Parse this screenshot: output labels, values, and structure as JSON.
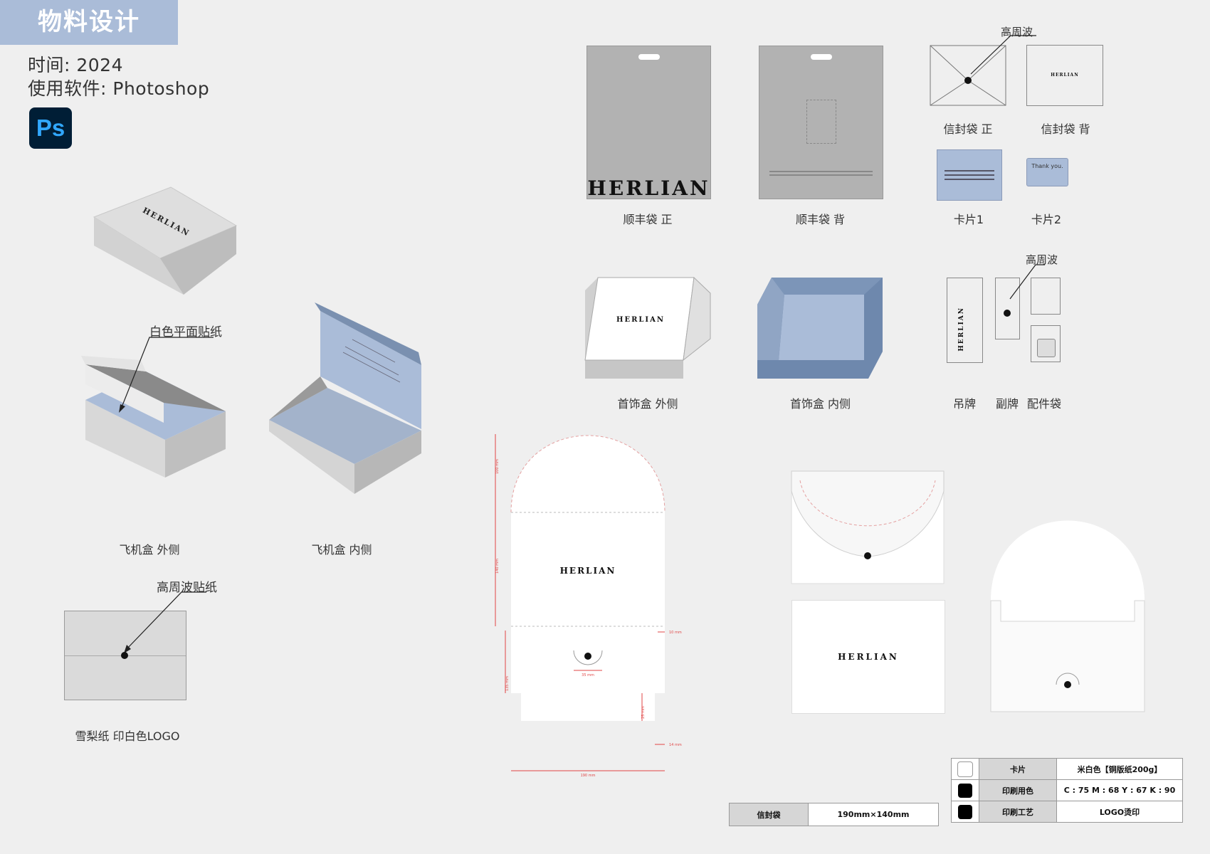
{
  "header": {
    "title": "物料设计",
    "time": "时间: 2024",
    "software": "使用软件: Photoshop",
    "ps_icon": "Ps"
  },
  "brand": "HERLIAN",
  "callouts": {
    "white_sticker": "白色平面贴纸",
    "hf_sticker": "高周波贴纸",
    "hf_envelope": "高周波",
    "hf_tag": "高周波"
  },
  "captions": {
    "mailer_outside": "飞机盒 外侧",
    "mailer_inside": "飞机盒 内侧",
    "tissue": "雪梨纸 印白色LOGO",
    "sf_bag_front": "顺丰袋  正",
    "sf_bag_back": "顺丰袋 背",
    "envelope_front": "信封袋 正",
    "envelope_back": "信封袋 背",
    "card1": "卡片1",
    "card2": "卡片2",
    "jewelry_outside": "首饰盒 外侧",
    "jewelry_inside": "首饰盒 内侧",
    "hang_tag": "吊牌",
    "sub_tag": "副牌",
    "accessory_bag": "配件袋"
  },
  "card2_text": "Thank you.",
  "dimensions": {
    "h_top": "100 mm",
    "h_mid": "140 mm",
    "h_bot": "135 mm",
    "w_total": "190 mm",
    "w_side": "10 mm",
    "w_circle": "35 mm",
    "h_tab": "25 mm",
    "w_tab": "14 mm"
  },
  "envelope_spec": {
    "label": "信封袋",
    "value": "190mm×140mm"
  },
  "spec_rows": [
    {
      "key": "卡片",
      "value": "米白色【铜版纸200g】",
      "swatch": "#ffffff"
    },
    {
      "key": "印刷用色",
      "value": "C : 75   M : 68   Y : 67   K : 90",
      "swatch": "#000000"
    },
    {
      "key": "印刷工艺",
      "value": "LOGO烫印",
      "swatch": "#000000"
    }
  ],
  "colors": {
    "accent": "#aabcd8",
    "blue_dark": "#6e88ad",
    "blue_light": "#aabcd8",
    "gray": "#b3b3b3",
    "dim_red": "#e04545"
  }
}
